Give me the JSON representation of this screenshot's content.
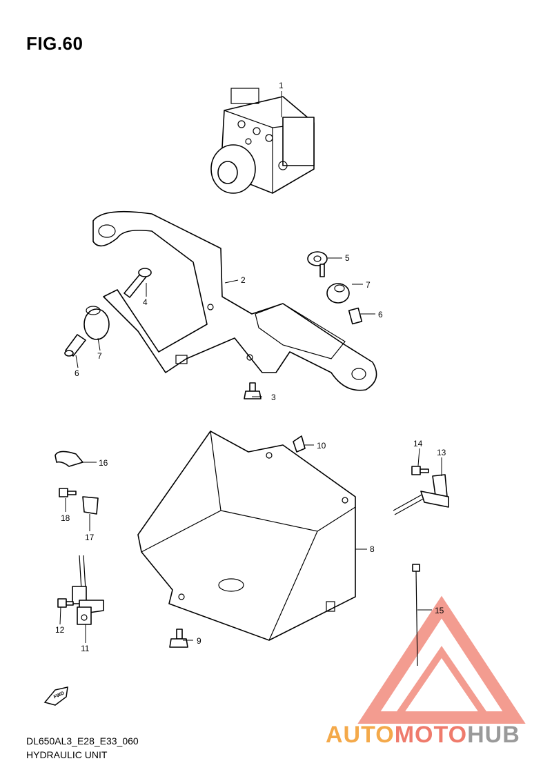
{
  "figure": {
    "title": "FIG.60"
  },
  "footer": {
    "code": "DL650AL3_E28_E33_060",
    "name": "HYDRAULIC UNIT"
  },
  "fwd_label": "FWD",
  "watermark": {
    "part1": "AUTO",
    "part2": "MOTO",
    "part3": "HUB"
  },
  "callouts": [
    "1",
    "2",
    "3",
    "4",
    "5",
    "6",
    "6",
    "7",
    "7",
    "8",
    "9",
    "10",
    "11",
    "12",
    "13",
    "14",
    "15",
    "16",
    "17",
    "18"
  ],
  "colors": {
    "line": "#000000",
    "watermark_red": "#ef7b6c",
    "watermark_orange": "#f4a94a",
    "watermark_gray": "#9a9a9a"
  }
}
